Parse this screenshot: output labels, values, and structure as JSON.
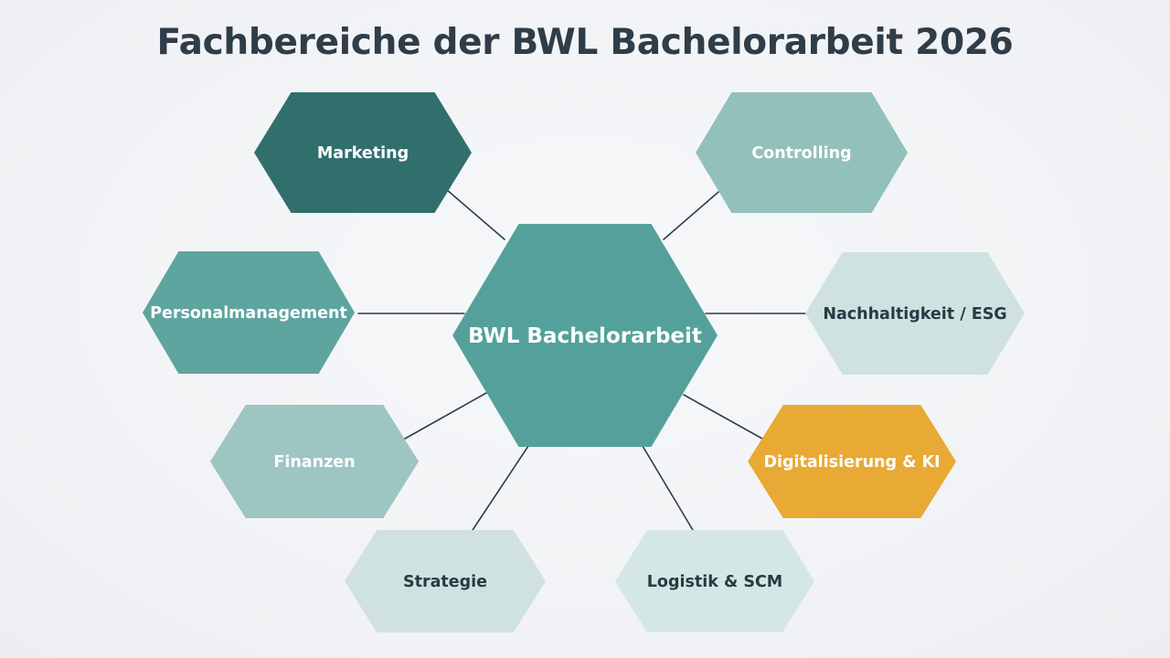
{
  "diagram": {
    "title": "Fachbereiche der BWL Bachelorarbeit 2026",
    "center": {
      "label": "BWL Bachelorarbeit",
      "fill": "#54a19b",
      "text_color": "#ffffff"
    },
    "nodes": [
      {
        "id": "marketing",
        "label": "Marketing",
        "fill": "#316f6d",
        "text_color": "#ffffff"
      },
      {
        "id": "controlling",
        "label": "Controlling",
        "fill": "#92c0bb",
        "text_color": "#ffffff"
      },
      {
        "id": "personalmanagement",
        "label": "Personalmanagement",
        "fill": "#5ea59f",
        "text_color": "#ffffff"
      },
      {
        "id": "nachhaltigkeit",
        "label": "Nachhaltigkeit / ESG",
        "fill": "#cfe2e0",
        "text_color": "#2a3a44"
      },
      {
        "id": "finanzen",
        "label": "Finanzen",
        "fill": "#9dc5c1",
        "text_color": "#ffffff"
      },
      {
        "id": "digitalisierung",
        "label": "Digitalisierung & KI",
        "fill": "#e9a935",
        "text_color": "#ffffff"
      },
      {
        "id": "strategie",
        "label": "Strategie",
        "fill": "#cfe2e0",
        "text_color": "#2a3a44"
      },
      {
        "id": "logistik",
        "label": "Logistik & SCM",
        "fill": "#d5e7e4",
        "text_color": "#2a3a44"
      }
    ],
    "connector_color": "#2f3d49"
  }
}
